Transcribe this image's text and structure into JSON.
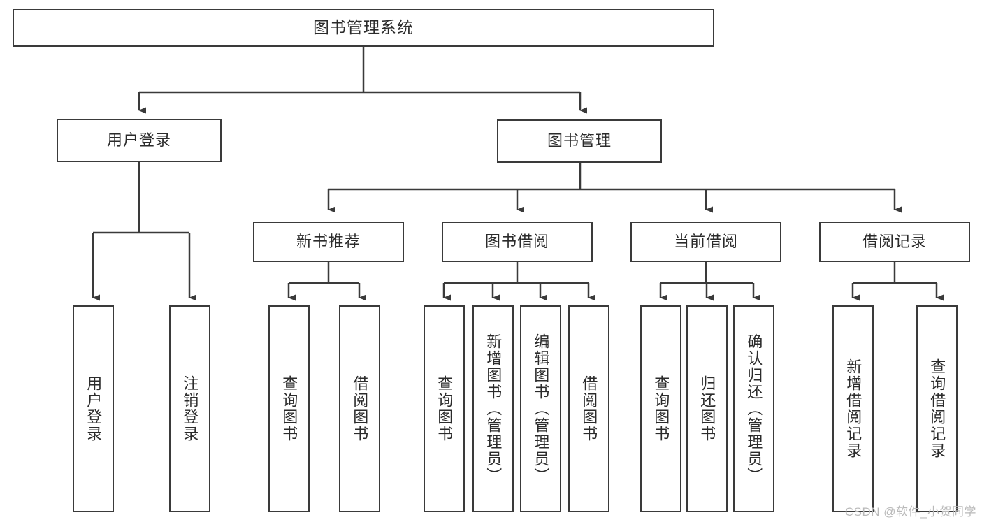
{
  "diagram": {
    "title": "图书管理系统",
    "type": "tree-hierarchy-diagram",
    "colors": {
      "stroke": "#3a3a3a",
      "fill": "#ffffff",
      "text": "#2b2b2b",
      "watermark": "#b9b9b9"
    },
    "root": {
      "label": "图书管理系统"
    },
    "level2": [
      {
        "label": "用户登录"
      },
      {
        "label": "图书管理"
      }
    ],
    "level3": [
      {
        "label": "新书推荐"
      },
      {
        "label": "图书借阅"
      },
      {
        "label": "当前借阅"
      },
      {
        "label": "借阅记录"
      }
    ],
    "leaves": {
      "user_login": [
        {
          "label": "用户登录"
        },
        {
          "label": "注销登录"
        }
      ],
      "new_book_recommend": [
        {
          "label": "查询图书"
        },
        {
          "label": "借阅图书"
        }
      ],
      "book_borrow": [
        {
          "label": "查询图书"
        },
        {
          "label": "新增图书（管理员）"
        },
        {
          "label": "编辑图书（管理员）"
        },
        {
          "label": "借阅图书"
        }
      ],
      "current_borrow": [
        {
          "label": "查询图书"
        },
        {
          "label": "归还图书"
        },
        {
          "label": "确认归还（管理员）"
        }
      ],
      "borrow_record": [
        {
          "label": "新增借阅记录"
        },
        {
          "label": "查询借阅记录"
        }
      ]
    },
    "watermark": "CSDN @软件_小贺同学"
  }
}
